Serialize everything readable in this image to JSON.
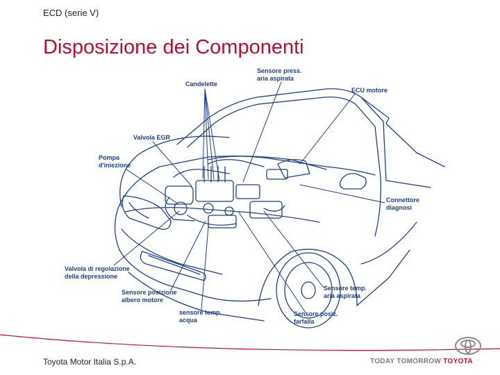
{
  "header": {
    "section": "ECD (serie V)",
    "title": "Disposizione dei Componenti"
  },
  "diagram": {
    "labels": {
      "candelette": "Candelette",
      "sensore_press": "Sensore press.\naria aspirata",
      "ecu_motore": "ECU motore",
      "valvola_egr": "Valvola EGR",
      "pompa_iniezione": "Pompa\nd'iniezione",
      "connettore_diagnosi": "Connettore\ndiagnosi",
      "valvola_regolazione": "Valvola di regolazione\ndella depressione",
      "sensore_posizione_albero": "Sensore posizione\nalbero motore",
      "sensore_temp_acqua": "sensore temp.\nacqua",
      "sensore_temp_aria": "Sensore temp.\naria aspirata",
      "sensore_posiz_farfalla": "Sensore posiz.\nfarfalla"
    },
    "line_color": "#1d3f8a"
  },
  "footer": {
    "company": "Toyota Motor Italia S.p.A.",
    "tagline_prefix": "TODAY TOMORROW ",
    "tagline_brand": "TOYOTA",
    "accent_color": "#c8102e"
  }
}
